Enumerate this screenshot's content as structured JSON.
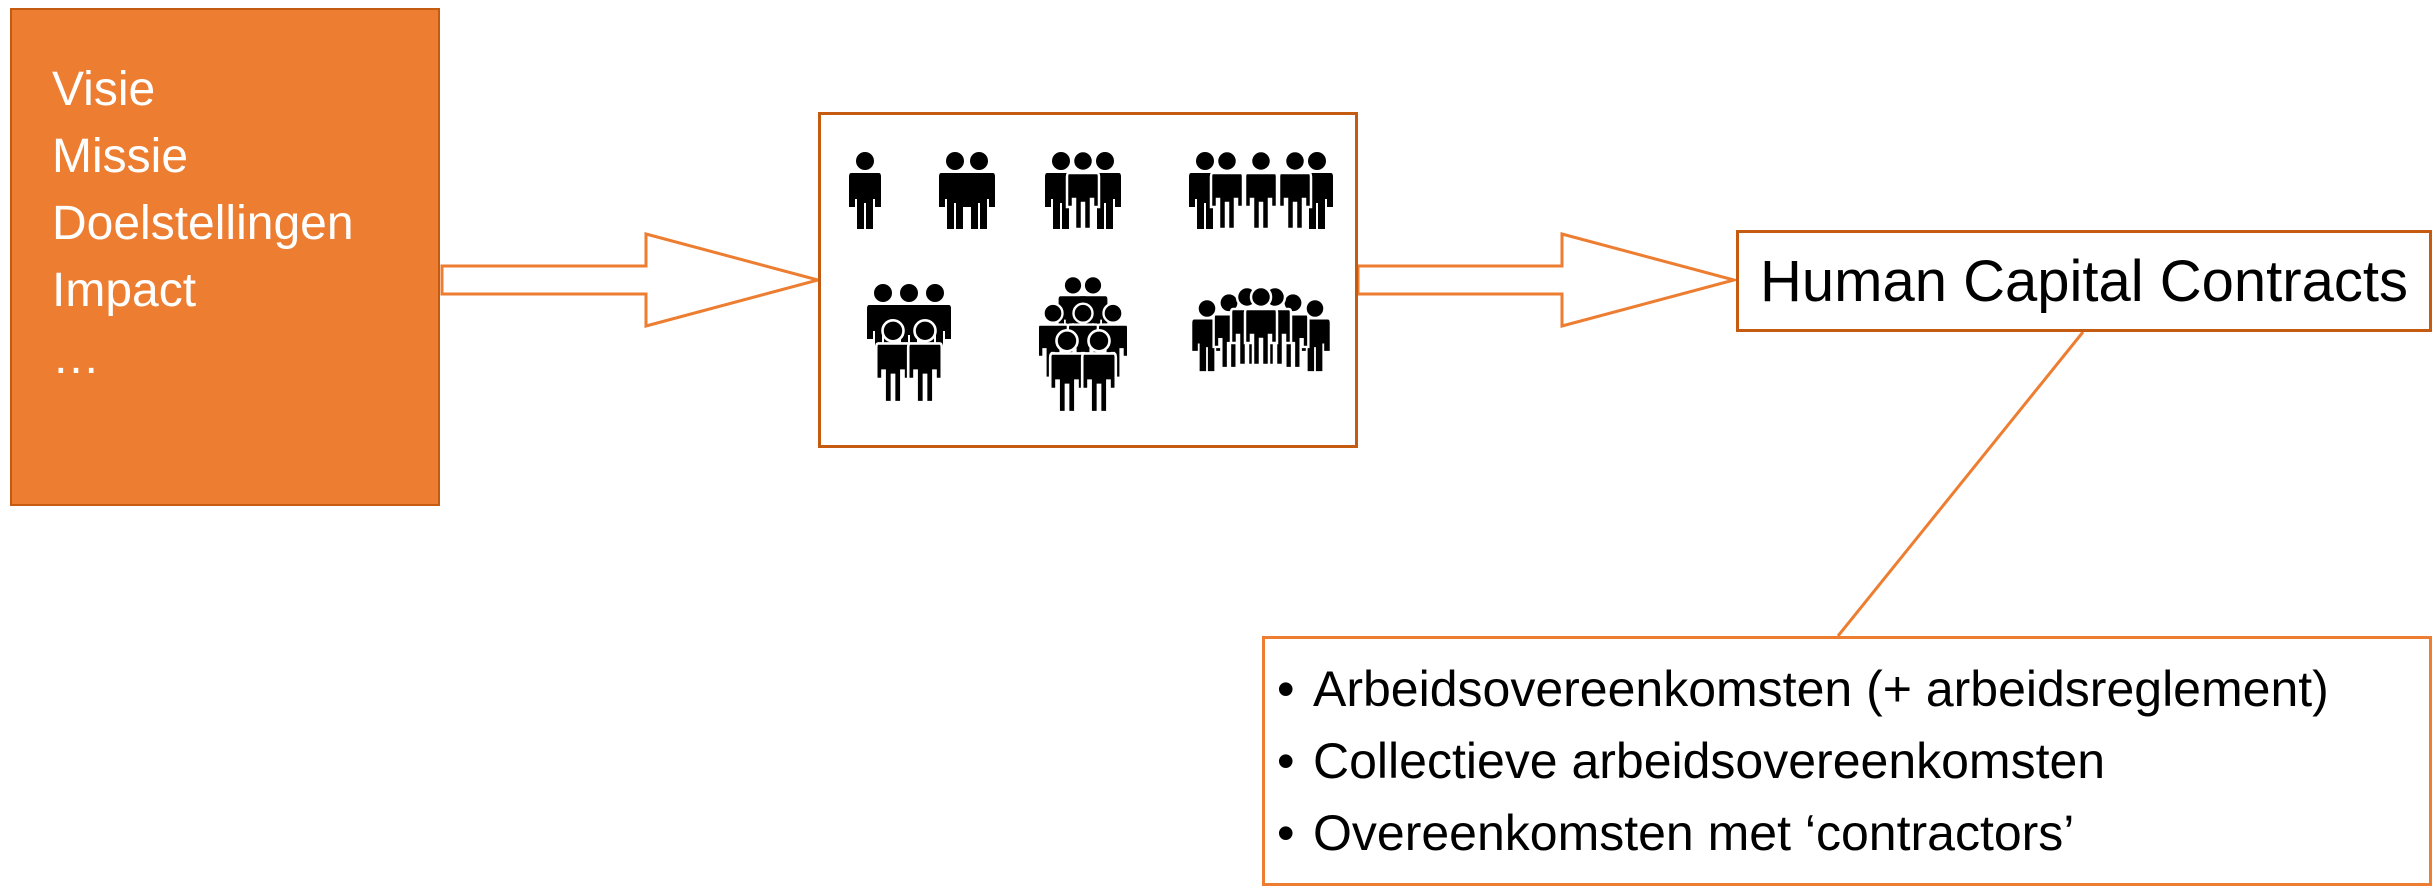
{
  "left_box": {
    "items": [
      "Visie",
      "Missie",
      "Doelstellingen",
      "Impact",
      "…"
    ]
  },
  "people_box": {
    "icons": [
      "person-icon",
      "two-people-icon",
      "three-people-icon",
      "five-people-icon",
      "group-icon",
      "crowd-icon",
      "team-icon"
    ]
  },
  "hcc_box": {
    "title": "Human Capital Contracts"
  },
  "contract_list": {
    "items": [
      "Arbeidsovereenkomsten (+ arbeidsreglement)",
      "Collectieve arbeidsovereenkomsten",
      "Overeenkomsten met ‘contractors’"
    ]
  },
  "colors": {
    "accent": "#ED7D31",
    "border": "#C55A11",
    "text": "#000000",
    "box_text": "#FFFFFF"
  }
}
